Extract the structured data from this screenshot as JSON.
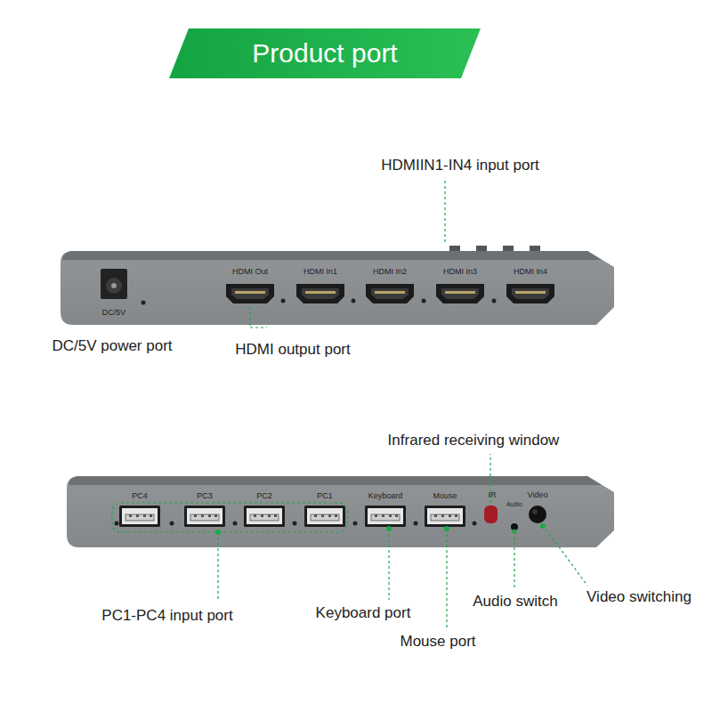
{
  "diagram": {
    "title": "Product port",
    "labels": [
      "HDMIIN1-IN4 input port",
      "DC/5V",
      "HDMI Out",
      "HDMI In1",
      "HDMI In2",
      "HDMI In3",
      "HDMI In4",
      "DC/5V power port",
      "HDMI output port",
      "Infrared receiving window",
      "PC4",
      "PC3",
      "PC2",
      "PC1",
      "Keyboard",
      "Mouse",
      "IR",
      "Audio",
      "Video",
      "PC1-PC4 input port",
      "Keyboard port",
      "Audio switch",
      "Video switching",
      "Mouse port"
    ]
  }
}
